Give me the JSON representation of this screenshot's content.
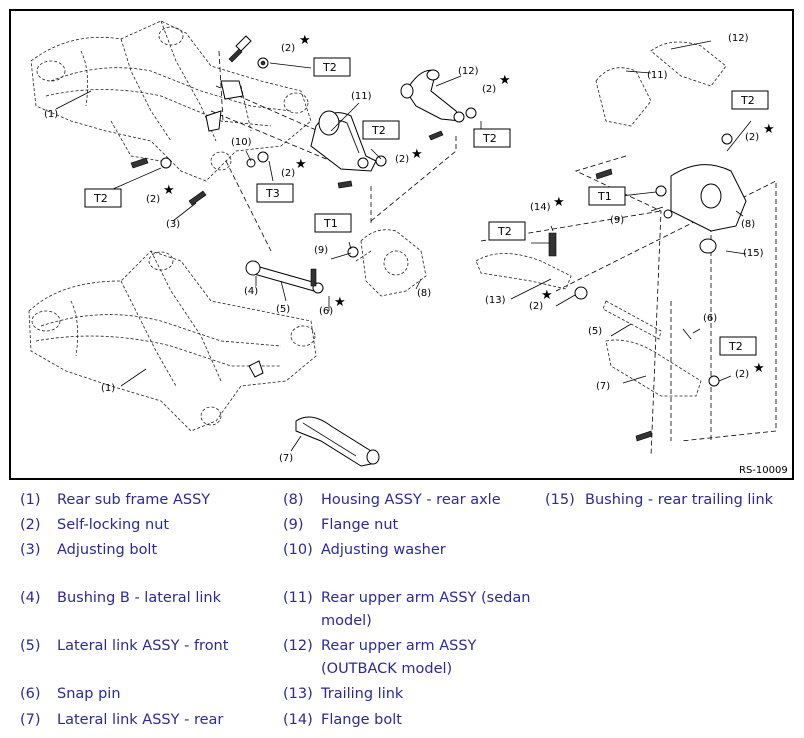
{
  "diagram": {
    "code": "RS-10009",
    "star": "★",
    "callouts": {
      "c1a": "(1)",
      "c1b": "(1)",
      "c2a": "(2)",
      "c2b": "(2)",
      "c2c": "(2)",
      "c2d": "(2)",
      "c2e": "(2)",
      "c2f": "(2)",
      "c2g": "(2)",
      "c2h": "(2)",
      "c3": "(3)",
      "c4": "(4)",
      "c5a": "(5)",
      "c5b": "(5)",
      "c6a": "(6)",
      "c6b": "(6)",
      "c7a": "(7)",
      "c7b": "(7)",
      "c8a": "(8)",
      "c8b": "(8)",
      "c9a": "(9)",
      "c9b": "(9)",
      "c10": "(10)",
      "c11a": "(11)",
      "c11b": "(11)",
      "c12a": "(12)",
      "c12b": "(12)",
      "c13": "(13)",
      "c14": "(14)",
      "c15": "(15)"
    },
    "torque": {
      "t2a": "T2",
      "t2b": "T2",
      "t2c": "T2",
      "t2d": "T2",
      "t2e": "T2",
      "t2f": "T2",
      "t2g": "T2",
      "t3": "T3",
      "t1a": "T1",
      "t1b": "T1"
    }
  },
  "legend": [
    {
      "num": "(1)",
      "text": "Rear sub frame ASSY"
    },
    {
      "num": "(2)",
      "text": "Self-locking nut"
    },
    {
      "num": "(3)",
      "text": "Adjusting bolt"
    },
    {
      "num": "(4)",
      "text": "Bushing B - lateral link"
    },
    {
      "num": "(5)",
      "text": "Lateral link ASSY - front"
    },
    {
      "num": "(6)",
      "text": "Snap pin"
    },
    {
      "num": "(7)",
      "text": "Lateral link ASSY - rear"
    },
    {
      "num": "(8)",
      "text": "Housing ASSY - rear axle"
    },
    {
      "num": "(9)",
      "text": "Flange nut"
    },
    {
      "num": "(10)",
      "text": "Adjusting washer"
    },
    {
      "num": "(11)",
      "text": "Rear upper arm ASSY (sedan",
      "text2": "model)"
    },
    {
      "num": "(12)",
      "text": "Rear upper arm ASSY",
      "text2": "(OUTBACK model)"
    },
    {
      "num": "(13)",
      "text": "Trailing link"
    },
    {
      "num": "(14)",
      "text": "Flange bolt"
    },
    {
      "num": "(15)",
      "text": "Bushing - rear trailing link"
    }
  ]
}
